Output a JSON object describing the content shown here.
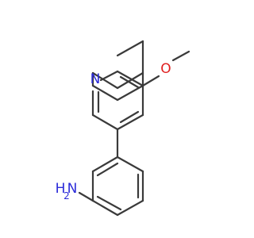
{
  "molecule": {
    "colors": {
      "bond": "#3a3a3a",
      "nitrogen": "#2b2bd9",
      "oxygen": "#e02020"
    },
    "labels": {
      "pyridine_n": "N",
      "methoxy_o": "O",
      "amine_n": "N",
      "amine_h": "H",
      "amine_h_count": "2"
    }
  }
}
